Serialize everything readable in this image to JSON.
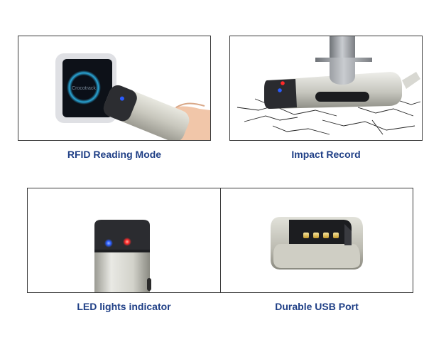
{
  "panels": [
    {
      "caption": "RFID Reading Mode"
    },
    {
      "caption": "Impact Record"
    },
    {
      "caption": "LED lights indicator"
    },
    {
      "caption": "Durable USB Port"
    }
  ],
  "reader_label": "Crocotrack",
  "colors": {
    "caption": "#1f3f86",
    "border": "#3a3a3a",
    "led_blue": "#2a5cff",
    "led_red": "#ff2a2a"
  }
}
